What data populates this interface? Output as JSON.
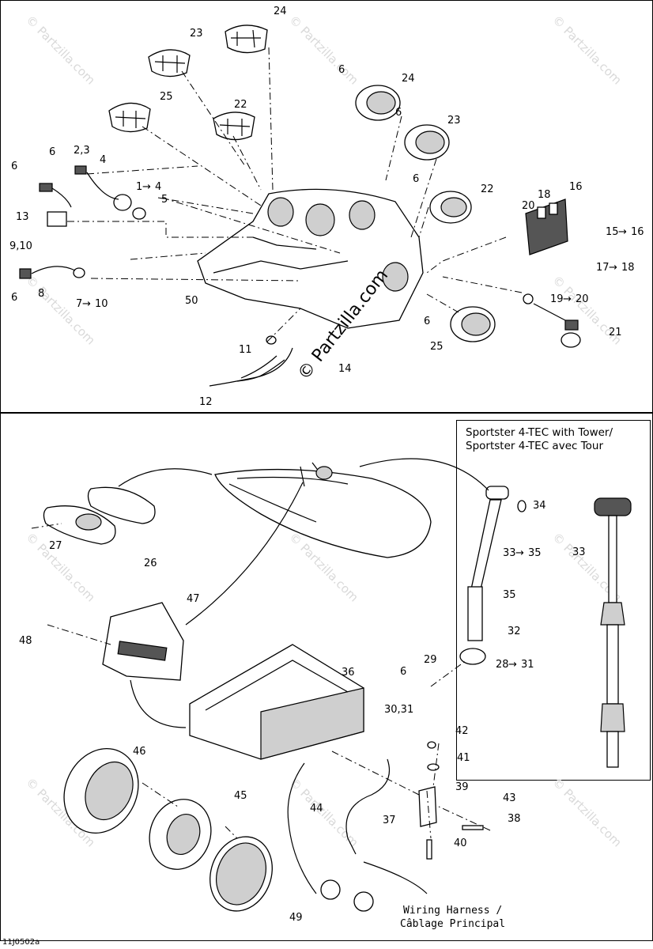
{
  "watermark": {
    "text": "© Partzilla.com"
  },
  "top_panel": {
    "labels": [
      "24",
      "23",
      "25",
      "22",
      "6",
      "24",
      "6",
      "23",
      "6",
      "22",
      "6",
      "2,3",
      "4",
      "1",
      "4",
      "5",
      "13",
      "9,10",
      "8",
      "6",
      "7",
      "10",
      "50",
      "11",
      "12",
      "14",
      "6",
      "25",
      "20",
      "18",
      "16",
      "15",
      "16",
      "17",
      "18",
      "19",
      "20",
      "21"
    ]
  },
  "bottom_panel": {
    "labels": [
      "27",
      "26",
      "47",
      "48",
      "46",
      "45",
      "44",
      "37",
      "36",
      "29",
      "6",
      "30,31",
      "28",
      "31",
      "32",
      "35",
      "33",
      "35",
      "34",
      "42",
      "41",
      "39",
      "43",
      "38",
      "40",
      "49"
    ],
    "wiring_harness": {
      "line1": "Wiring Harness /",
      "line2": "Câblage Principal"
    }
  },
  "inset": {
    "title_line1": "Sportster 4-TEC with Tower/",
    "title_line2": "Sportster 4-TEC avec Tour",
    "labels": [
      "33"
    ]
  },
  "diagram_code": "11J0502a"
}
